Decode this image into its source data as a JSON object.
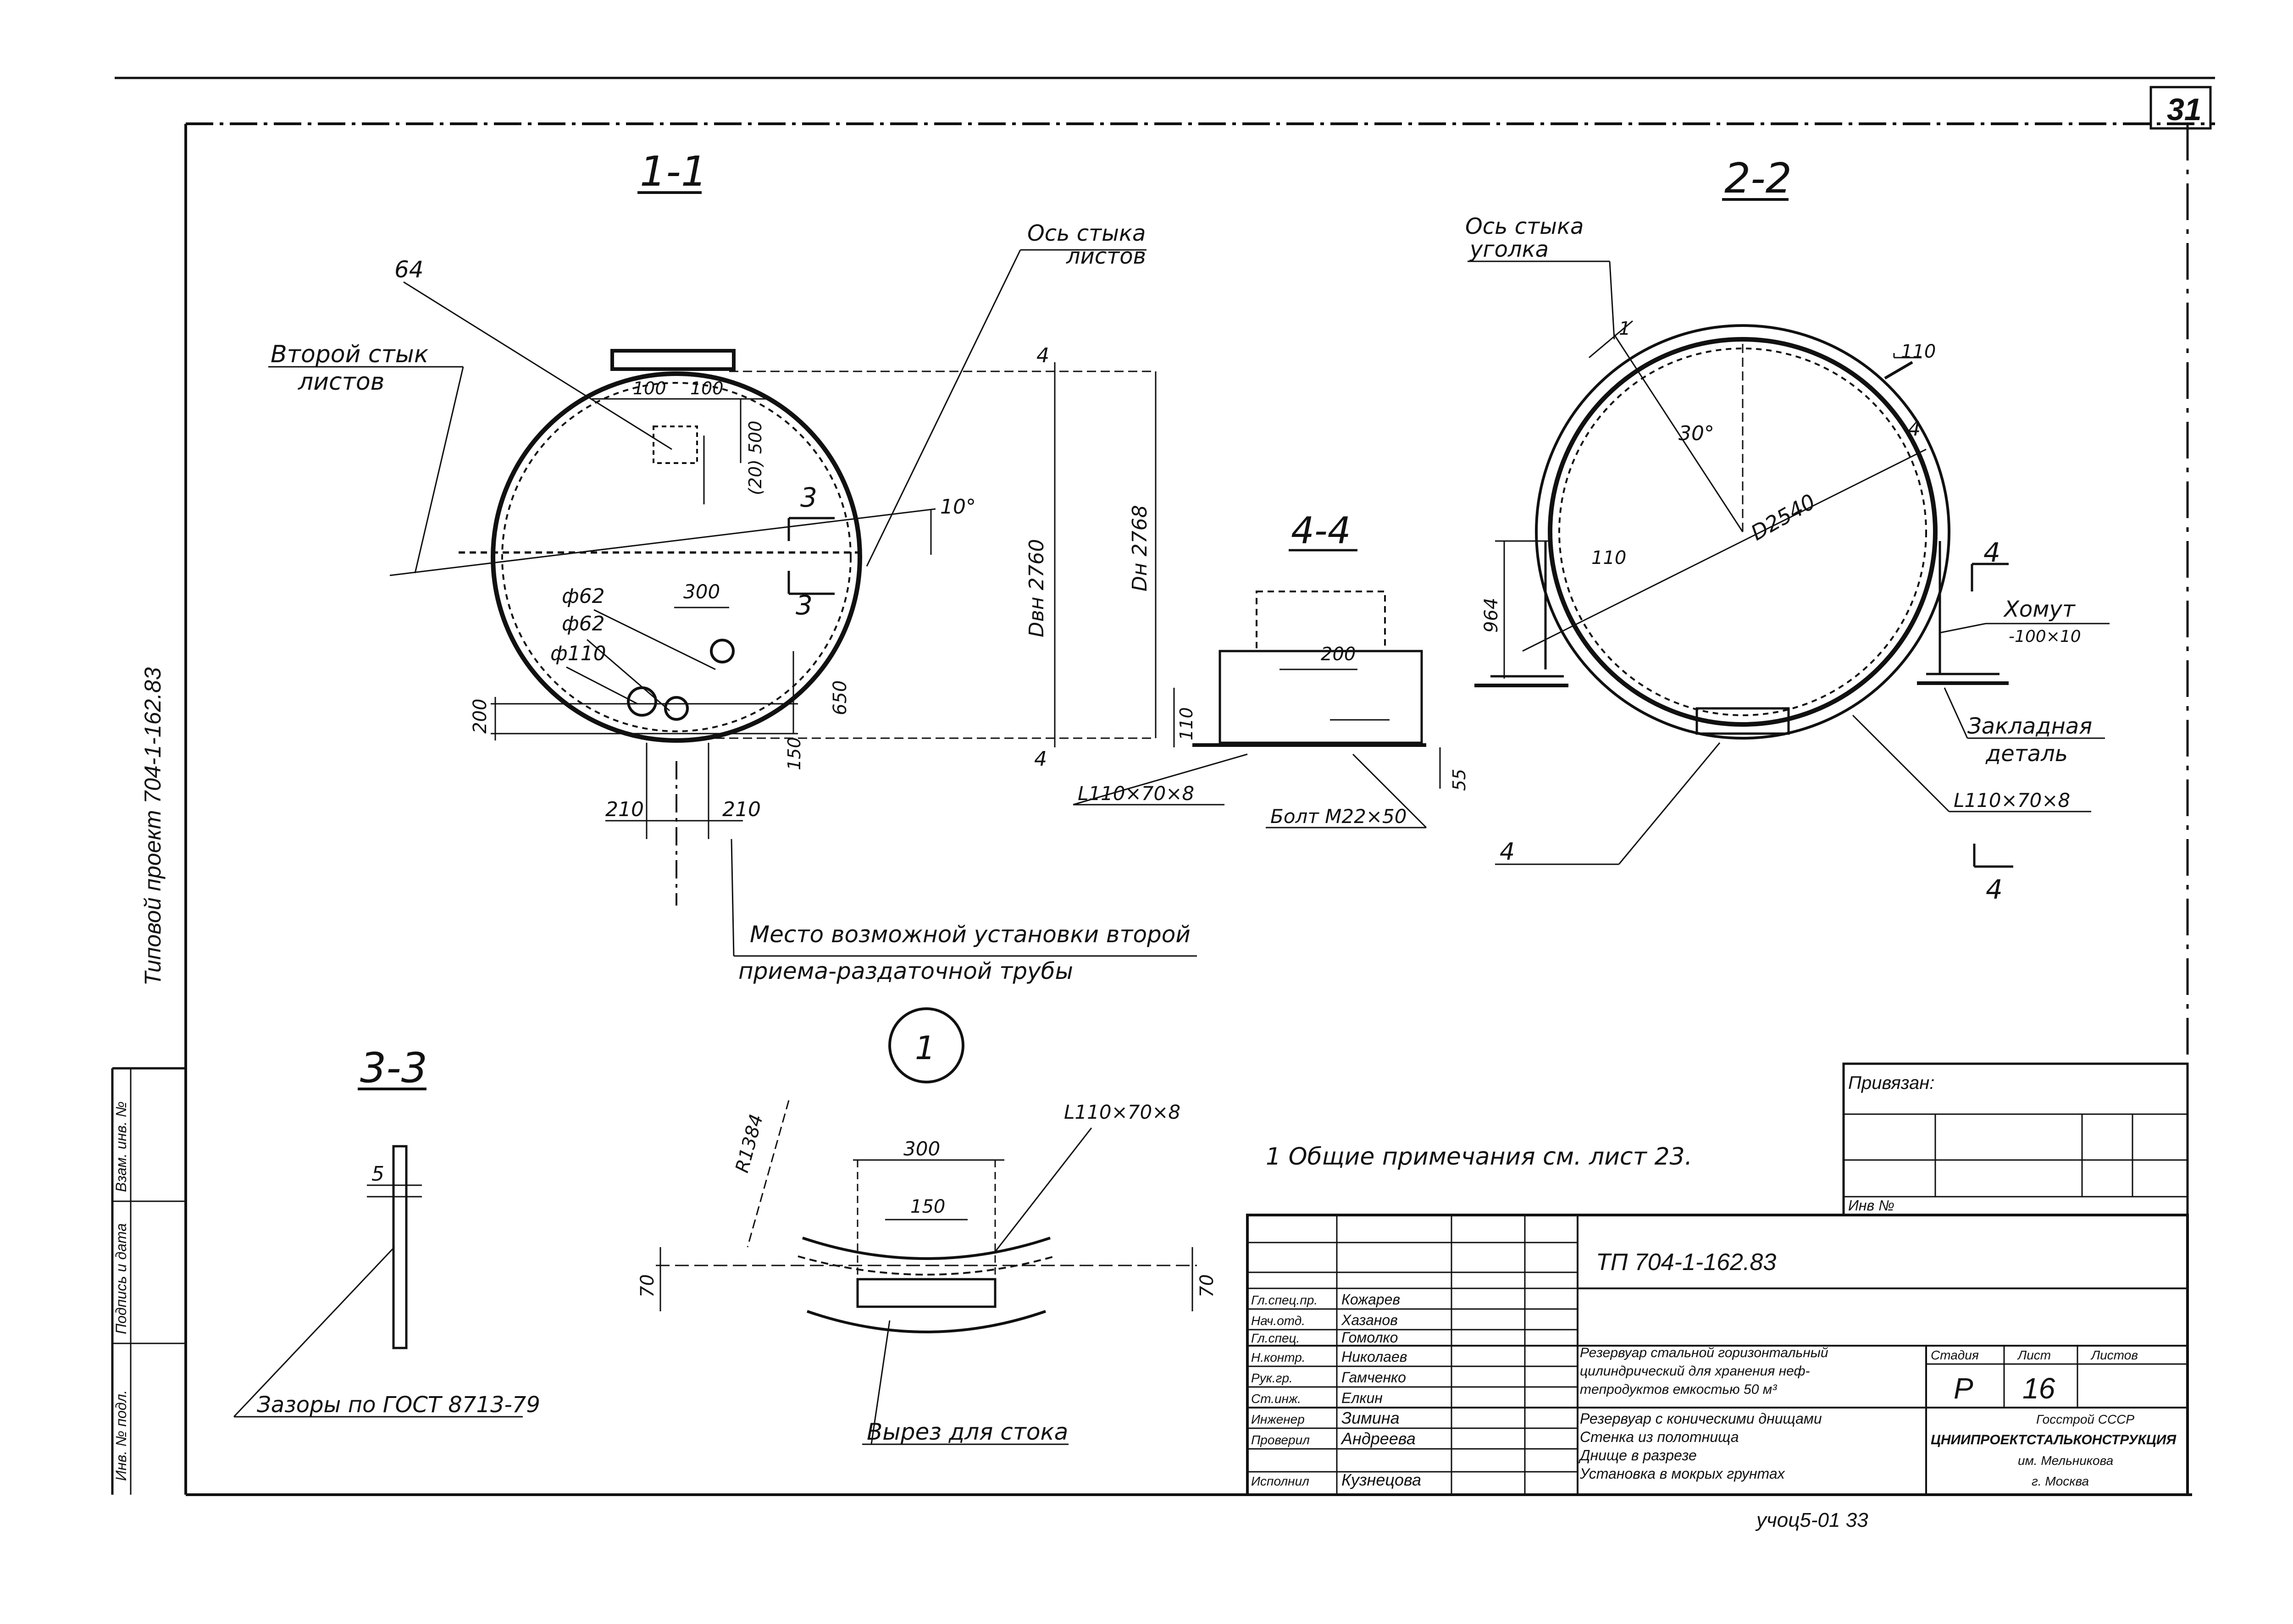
{
  "sheet": {
    "number": "31",
    "doc_code": "ТП 704-1-162.83",
    "list_number": "16",
    "stage": "Р",
    "bottom_inventory": "учоц5-01 33"
  },
  "views": {
    "v11": {
      "title": "1-1",
      "note_top": [
        "Ось стыка",
        "листов"
      ],
      "note_left": [
        "Второй стык",
        "листов"
      ],
      "callout_64": "64",
      "bottom_note": [
        "Место возможной установки второй",
        "приема-раздаточной трубы"
      ],
      "dims": {
        "d100a": "100",
        "d100b": "100",
        "d500": "500",
        "d120": "(20)",
        "d10deg": "10°",
        "d300": "300",
        "phi62a": "ф62",
        "phi62b": "ф62",
        "phi110": "ф110",
        "d650": "650",
        "d200": "200",
        "d150": "150",
        "d210a": "210",
        "d210b": "210",
        "d4a": "4",
        "d4b": "4",
        "dvn": "Dвн 2760",
        "dn": "Dн 2768",
        "sec3": "3"
      }
    },
    "v22": {
      "title": "2-2",
      "note_top": [
        "Ось стыка",
        "уголка"
      ],
      "d110a": "110",
      "d1": "1",
      "d30": "30°",
      "d4": "4",
      "d2540": "D2540",
      "d110b": "110",
      "d964": "964",
      "sec4": "4",
      "note_clamp": [
        "Хомут",
        "-100×10"
      ],
      "note_embed": [
        "Закладная",
        "деталь"
      ],
      "angle": "L110×70×8",
      "mark4": "4"
    },
    "v44": {
      "title": "4-4",
      "d200": "200",
      "d110": "110",
      "d55": "55",
      "angle": "L110×70×8",
      "bolt": "Болт М22×50"
    },
    "v33": {
      "title": "3-3",
      "d5": "5",
      "note": "Зазоры по ГОСТ 8713-79"
    },
    "v1": {
      "mark": "1",
      "d300": "300",
      "d150": "150",
      "r": "R1384",
      "d70a": "70",
      "d70b": "70",
      "angle": "L110×70×8",
      "note": "Вырез для стока"
    },
    "general_note": "1  Общие примечания см. лист 23.",
    "binding": {
      "label": "Привязан:",
      "inv": "Инв №"
    }
  },
  "title_block": {
    "roles": [
      "Гл.спец.пр.",
      "Нач.отд.",
      "Гл.спец.",
      "Н.контр.",
      "Рук.гр.",
      "Ст.инж.",
      "Инженер",
      "Проверил",
      "Исполнил"
    ],
    "names": [
      "Кожарев",
      "Хазанов",
      "Гомолко",
      "Николаев",
      "Гамченко",
      "Елкин",
      "Зимина",
      "Андреева",
      "Кузнецова"
    ],
    "description": [
      "Резервуар стальной горизонтальный",
      "цилиндрический для хранения неф-",
      "тепродуктов емкостью 50 м³"
    ],
    "sheet_title": [
      "Резервуар с коническими днищами",
      "Стенка из полотнища",
      "Днище в разрезе",
      "Установка в мокрых грунтах"
    ],
    "heads": {
      "stage": "Стадия",
      "sheet": "Лист",
      "sheets": "Листов"
    },
    "org": [
      "Госстрой СССР",
      "ЦНИИПРОЕКТСТАЛЬКОНСТРУКЦИЯ",
      "им. Мельникова",
      "г. Москва"
    ]
  },
  "side_stamp": {
    "vertical_text": "Типовой проект 704-1-162.83",
    "cells": [
      "Взам. инв. №",
      "Подпись и дата",
      "Инв. № подл."
    ]
  }
}
